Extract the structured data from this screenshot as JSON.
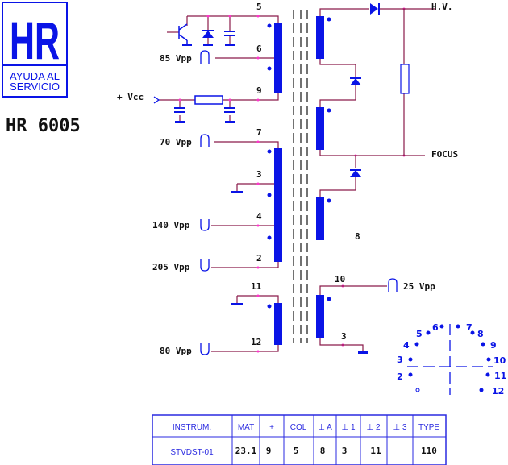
{
  "logo": {
    "mark": "HR",
    "line1": "AYUDA AL",
    "line2": "SERVICIO"
  },
  "model": "HR 6005",
  "primary": {
    "pin5": "5",
    "pin6": "6",
    "pin9": "9",
    "pin7": "7",
    "pin3": "3",
    "pin4": "4",
    "pin2": "2",
    "pin11": "11",
    "pin12": "12",
    "vcc_label": "+ Vcc",
    "v85": "85 Vpp",
    "v70": "70 Vpp",
    "v140": "140 Vpp",
    "v205": "205 Vpp",
    "v80": "80 Vpp"
  },
  "secondary": {
    "hv": "H.V.",
    "focus": "FOCUS",
    "pin8": "8",
    "pin10": "10",
    "pin3": "3",
    "v25": "25 Vpp"
  },
  "pinout": [
    "2",
    "3",
    "4",
    "5",
    "6",
    "7",
    "8",
    "9",
    "10",
    "11",
    "12"
  ],
  "table": {
    "headers": [
      "INSTRUM.",
      "MAT",
      "+",
      "COL",
      "⊥ A",
      "⊥ 1",
      "⊥ 2",
      "⊥ 3",
      "TYPE"
    ],
    "row": [
      "STVDST-01",
      "23.1",
      "9",
      "5",
      "8",
      "3",
      "11",
      "",
      "110"
    ]
  }
}
